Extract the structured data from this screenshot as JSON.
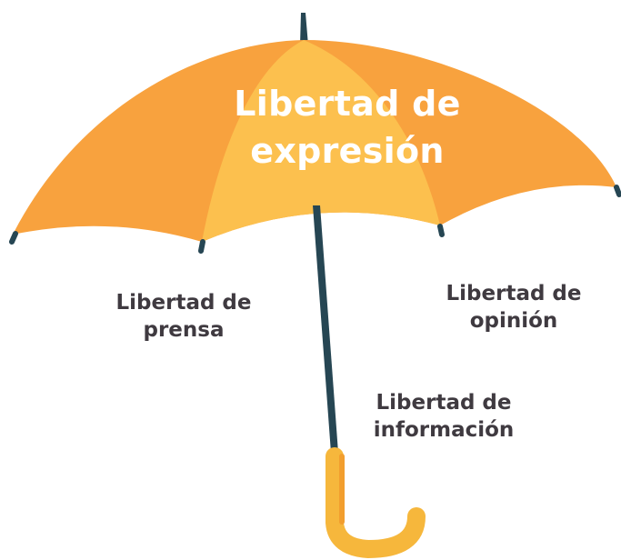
{
  "umbrella": {
    "title_line1": "Libertad de",
    "title_line2": "expresión"
  },
  "labels": {
    "prensa": {
      "line1": "Libertad de",
      "line2": "prensa"
    },
    "opinion": {
      "line1": "Libertad de",
      "line2": "opinión"
    },
    "informacion": {
      "line1": "Libertad de",
      "line2": "información"
    }
  },
  "colors": {
    "canopy_orange": "#F8A23E",
    "canopy_panel": "#FCC04E",
    "shaft": "#264653",
    "handle": "#F6B73C",
    "handle_shadow": "#F29E2E",
    "title_text": "#FFFFFF",
    "label_text": "#3F3A40"
  }
}
